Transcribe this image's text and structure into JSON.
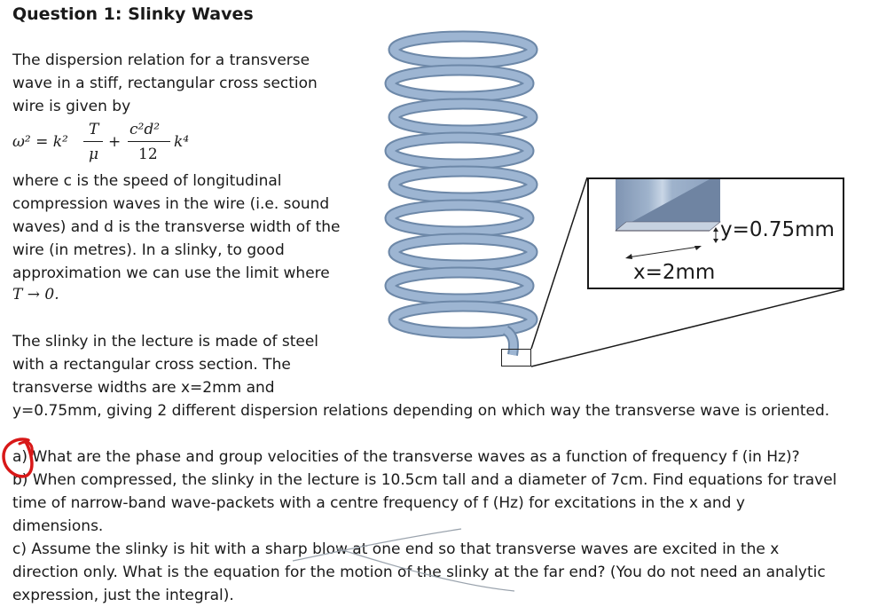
{
  "title": "Question 1: Slinky Waves",
  "intro": "The dispersion relation for a transverse wave in a stiff, rectangular cross section wire is given by",
  "equation": {
    "lhs": "ω² = k²",
    "t_num": "T",
    "t_den": "μ",
    "plus": "+",
    "c_num": "c²d²",
    "c_den": "12",
    "k4": "k⁴"
  },
  "where_text": "where c is the speed of longitudinal compression waves in the wire (i.e. sound waves) and d is the transverse width of the wire (in metres).   In a slinky, to good approximation we can use the limit where",
  "t_limit": "T → 0.",
  "slinky_text": "The slinky in the lecture is made of steel with a rectangular cross section. The transverse widths are x=2mm and",
  "slinky_text_2": "y=0.75mm, giving 2 different dispersion relations depending on which way the transverse wave is oriented.",
  "inset": {
    "y_label": "y=0.75mm",
    "x_label": "x=2mm"
  },
  "questions": {
    "a": "a) What are the phase and group velocities of the transverse waves as a function of frequency f (in Hz)?",
    "b_line1": "b) When compressed, the slinky in the lecture is 10.5cm tall and a diameter of 7cm. Find equations for travel",
    "b_rest": "time of narrow-band wave-packets with a centre frequency of f (Hz) for excitations in the x and y dimensions.",
    "c": "c) Assume the slinky is hit with a sharp blow at one end so that transverse waves are excited in the x direction only. What is the equation for the motion of the slinky at the far end?  (You do not need an analytic expression, just the integral)."
  },
  "colors": {
    "spring": "#9db5d2",
    "spring_edge": "#6d88a8",
    "annotation": "#d81818"
  }
}
